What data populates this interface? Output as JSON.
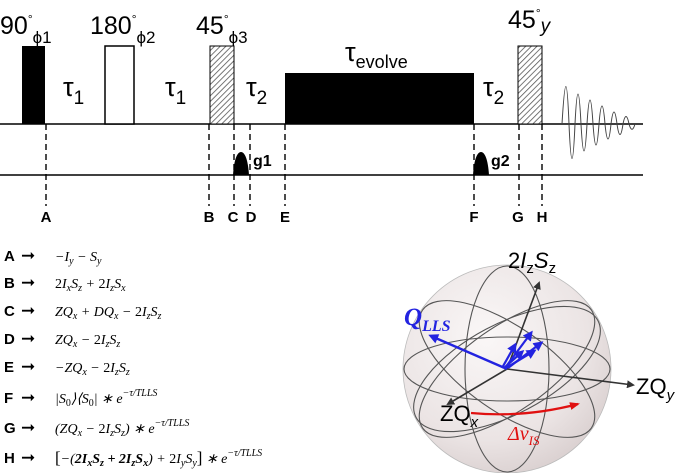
{
  "pulse_sequence": {
    "pulses": [
      {
        "angle": "90",
        "deg": "°",
        "phase": "ϕ1",
        "style": "filled"
      },
      {
        "angle": "180",
        "deg": "°",
        "phase": "ϕ2",
        "style": "open"
      },
      {
        "angle": "45",
        "deg": "°",
        "phase": "ϕ3",
        "style": "hatched"
      },
      {
        "angle": "45",
        "deg": "°",
        "phase": "y",
        "style": "hatched"
      }
    ],
    "delays": [
      {
        "sym": "τ",
        "sub": "1"
      },
      {
        "sym": "τ",
        "sub": "1"
      },
      {
        "sym": "τ",
        "sub": "2"
      },
      {
        "sym": "τ",
        "sub": "2"
      }
    ],
    "evolve": {
      "sym": "τ",
      "sub": "evolve"
    },
    "gradients": [
      "g1",
      "g2"
    ],
    "markers": [
      "A",
      "B",
      "C",
      "D",
      "E",
      "F",
      "G",
      "H"
    ]
  },
  "transitions": [
    {
      "label": "A",
      "expr": "−I_y − S_y"
    },
    {
      "label": "B",
      "expr": "2I_xS_z + 2I_zS_x"
    },
    {
      "label": "C",
      "expr": "ZQ_x + DQ_x − 2I_zS_z"
    },
    {
      "label": "D",
      "expr": "ZQ_x − 2I_zS_z"
    },
    {
      "label": "E",
      "expr": "−ZQ_x − 2I_zS_z"
    },
    {
      "label": "F",
      "expr": "|S0⟩⟨S0| ∗ e^{−τ/TLLS}"
    },
    {
      "label": "G",
      "expr": "(ZQ_x − 2I_zS_z) ∗ e^{−τ/TLLS}"
    },
    {
      "label": "H",
      "expr": "[−(2I_xS_z + 2I_zS_x) + 2I_yS_y] ∗ e^{−τ/TLLS}"
    }
  ],
  "sphere": {
    "axis_top": "2I_zS_z",
    "axis_right": "ZQ_y",
    "axis_left": "ZQ_x",
    "q_label": "Q_LLS",
    "delta_label": "Δν_IS",
    "colors": {
      "q_vector": "#2323e0",
      "delta": "#e01010",
      "sphere": "#ece6e6"
    }
  }
}
